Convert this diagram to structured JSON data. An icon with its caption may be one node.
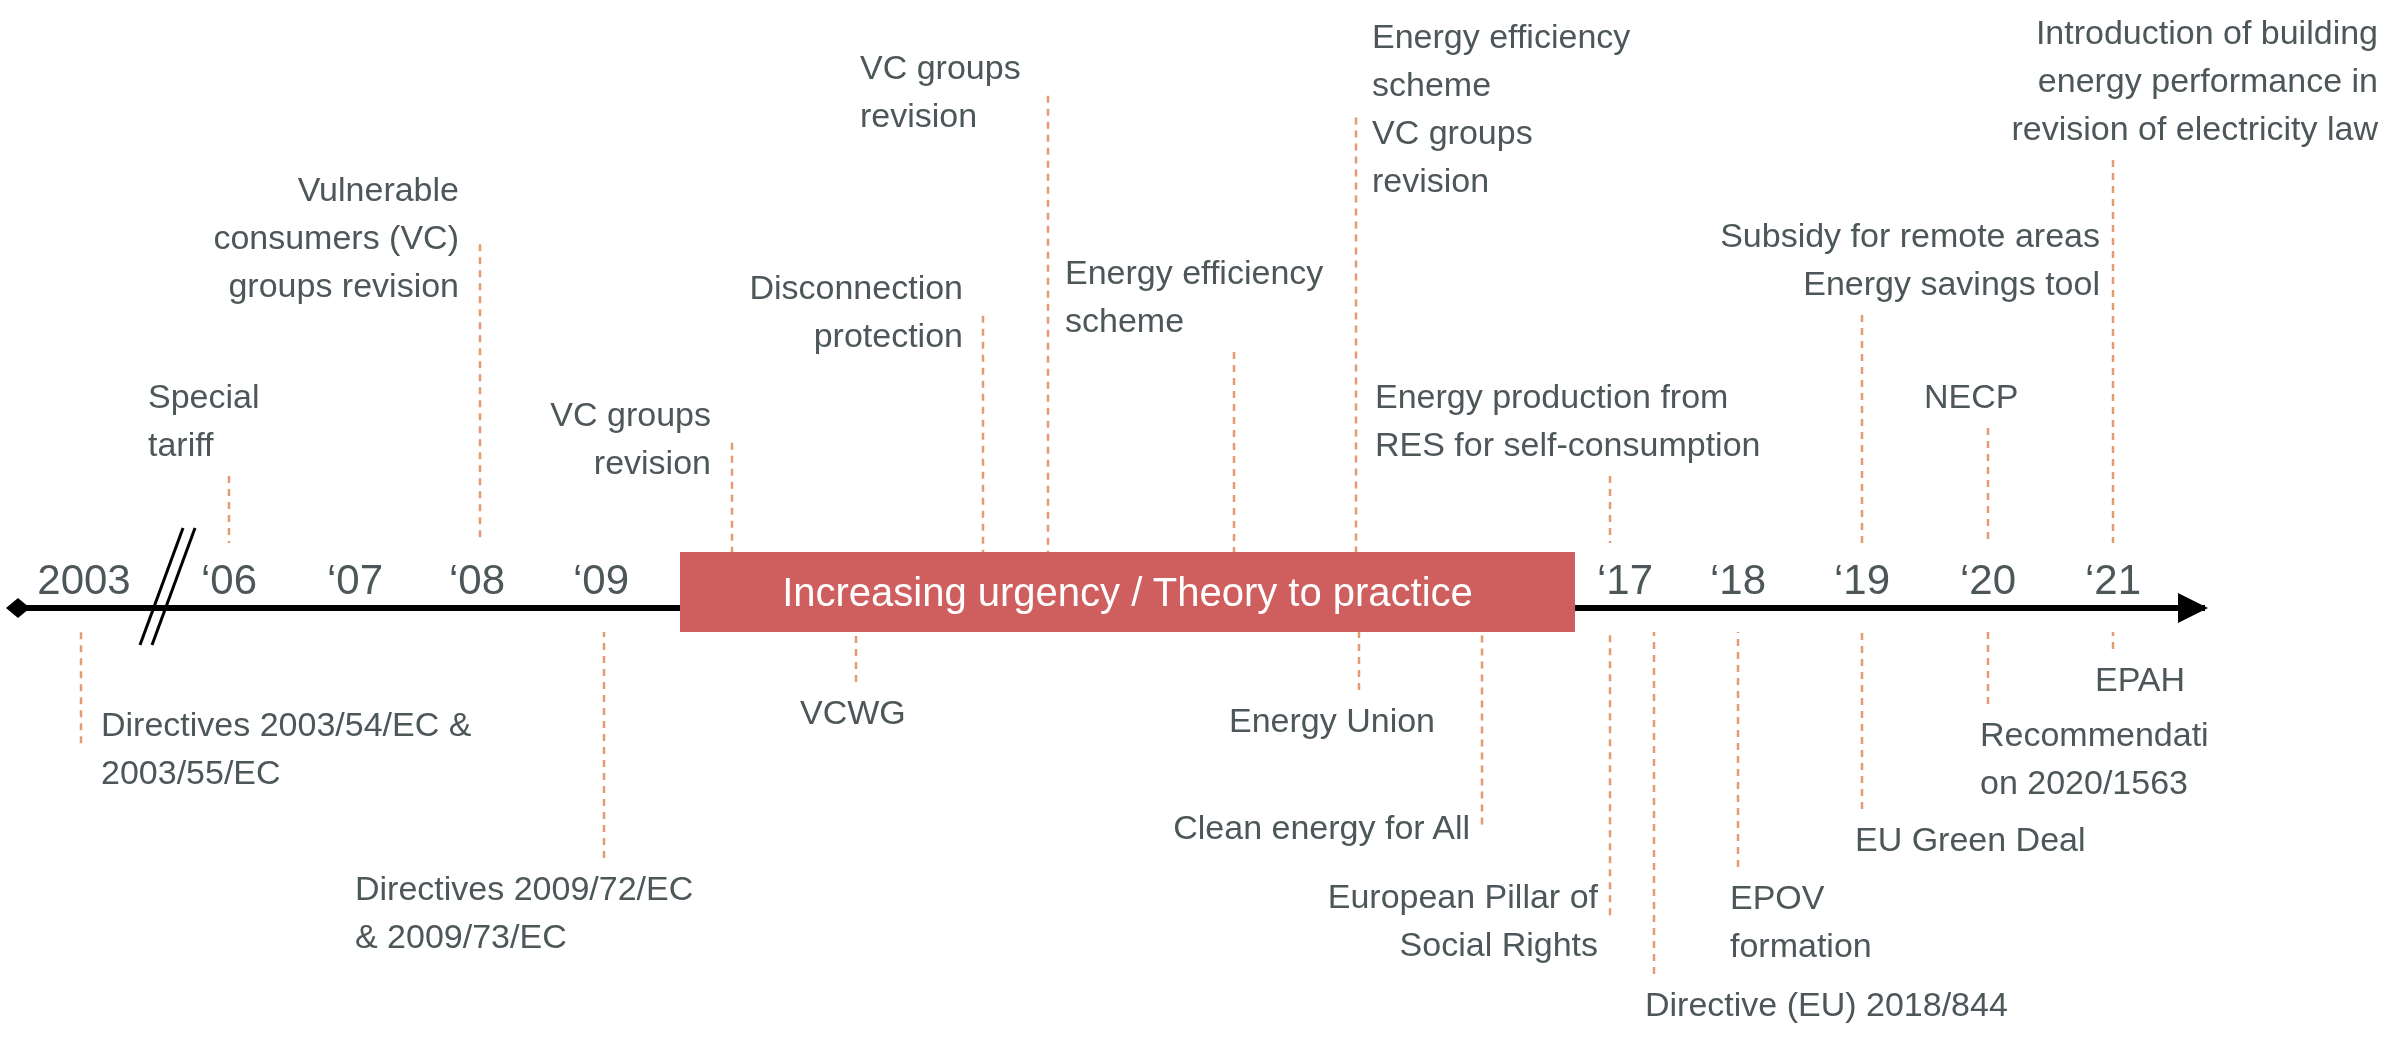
{
  "diagram": {
    "nodes": [
      {
        "text": [
          "Increasing urgency / Theory to practice"
        ]
      },
      {
        "text": [
          "Directives 2003/54/EC & 2003/55/EC"
        ]
      },
      {
        "text": [
          "Special tariff"
        ]
      },
      {
        "text": [
          "Vulnerable consumers (VC) groups revision"
        ]
      },
      {
        "text": [
          "Directives 2009/72/EC & 2009/73/EC"
        ]
      },
      {
        "text": [
          "VC groups revision"
        ]
      },
      {
        "text": [
          "VCWG"
        ]
      },
      {
        "text": [
          "Disconnection protection"
        ]
      },
      {
        "text": [
          "VC groups revision"
        ]
      },
      {
        "text": [
          "Energy efficiency scheme"
        ]
      },
      {
        "text": [
          "Clean energy for All"
        ]
      },
      {
        "text": [
          "Energy Union"
        ]
      },
      {
        "text": [
          "Energy efficiency scheme",
          "VC groups revision"
        ]
      },
      {
        "text": [
          "Energy production from RES for self-consumption"
        ]
      },
      {
        "text": [
          "European Pillar of Social Rights"
        ]
      },
      {
        "text": [
          "Directive (EU) 2018/844"
        ]
      },
      {
        "text": [
          "EPOV formation"
        ]
      },
      {
        "text": [
          "Subsidy for remote areas",
          "Energy savings tool"
        ]
      },
      {
        "text": [
          "EU Green Deal"
        ]
      },
      {
        "text": [
          "NECP"
        ]
      },
      {
        "text": [
          "Recommendati on 2020/1563"
        ]
      },
      {
        "text": [
          "Introduction of building energy performance in revision of electricity law"
        ]
      },
      {
        "text": [
          "EPAH"
        ]
      }
    ],
    "edges": [
      {
        "from": 1,
        "to": null,
        "arrow": "none",
        "style": "dashed"
      },
      {
        "from": 2,
        "to": null,
        "arrow": "none",
        "style": "dashed"
      },
      {
        "from": 3,
        "to": null,
        "arrow": "none",
        "style": "dashed"
      },
      {
        "from": 4,
        "to": null,
        "arrow": "none",
        "style": "dashed"
      },
      {
        "from": 5,
        "to": 0,
        "arrow": "none",
        "style": "dashed"
      },
      {
        "from": 6,
        "to": 0,
        "arrow": "none",
        "style": "dashed"
      },
      {
        "from": 7,
        "to": 0,
        "arrow": "none",
        "style": "dashed"
      },
      {
        "from": 8,
        "to": 0,
        "arrow": "none",
        "style": "dashed"
      },
      {
        "from": 9,
        "to": 0,
        "arrow": "none",
        "style": "dashed"
      },
      {
        "from": 10,
        "to": 0,
        "arrow": "none",
        "style": "dashed"
      },
      {
        "from": 11,
        "to": 0,
        "arrow": "none",
        "style": "dashed"
      },
      {
        "from": 12,
        "to": 0,
        "arrow": "none",
        "style": "dashed"
      },
      {
        "from": 13,
        "to": null,
        "arrow": "none",
        "style": "dashed"
      },
      {
        "from": 14,
        "to": null,
        "arrow": "none",
        "style": "dashed"
      },
      {
        "from": 15,
        "to": null,
        "arrow": "none",
        "style": "dashed"
      },
      {
        "from": 16,
        "to": null,
        "arrow": "none",
        "style": "dashed"
      },
      {
        "from": 17,
        "to": null,
        "arrow": "none",
        "style": "dashed"
      },
      {
        "from": 18,
        "to": null,
        "arrow": "none",
        "style": "dashed"
      },
      {
        "from": 19,
        "to": null,
        "arrow": "none",
        "style": "dashed"
      },
      {
        "from": 20,
        "to": null,
        "arrow": "none",
        "style": "dashed"
      },
      {
        "from": 21,
        "to": null,
        "arrow": "none",
        "style": "dashed"
      },
      {
        "from": 22,
        "to": null,
        "arrow": "none",
        "style": "dashed"
      }
    ],
    "labels": [
      "2003",
      "‘06",
      "‘07",
      "‘08",
      "‘09",
      "‘17",
      "‘18",
      "‘19",
      "‘20",
      "‘21"
    ]
  }
}
